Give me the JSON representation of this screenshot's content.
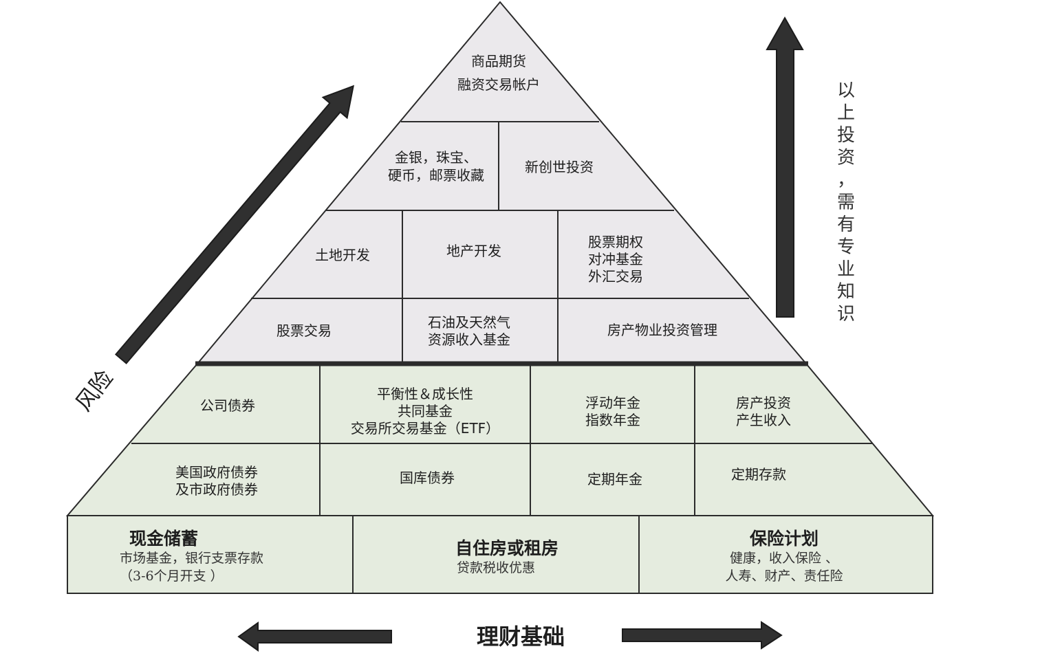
{
  "colors": {
    "upper_fill": "#ebe9ec",
    "lower_fill": "#e5ecdf",
    "line": "#2b2b2b",
    "arrow": "#303030"
  },
  "pyramid": {
    "apex": [
      "商品期货",
      "融资交易帐户"
    ],
    "tier2": {
      "left": [
        "金银，珠宝、",
        "硬币，邮票收藏"
      ],
      "right": [
        "新创世投资"
      ]
    },
    "tier3": {
      "left": [
        "土地开发"
      ],
      "middle": [
        "地产开发"
      ],
      "right": [
        "股票期权",
        "对冲基金",
        "外汇交易"
      ]
    },
    "tier4": {
      "left": [
        "股票交易"
      ],
      "middle": [
        "石油及天然气",
        "资源收入基金"
      ],
      "right": [
        "房产物业投资管理"
      ]
    },
    "tier5": {
      "c1": [
        "公司债券"
      ],
      "c2": [
        "平衡性＆成长性",
        "共同基金",
        "交易所交易基金（ETF）"
      ],
      "c3": [
        "浮动年金",
        "指数年金"
      ],
      "c4": [
        "房产投资",
        "产生收入"
      ]
    },
    "tier6": {
      "c1": [
        "美国政府债券",
        "及市政府债券"
      ],
      "c2": [
        "国库债券"
      ],
      "c3": [
        "定期年金"
      ],
      "c4": [
        "定期存款"
      ]
    }
  },
  "base": {
    "left": {
      "title": "现金储蓄",
      "lines": [
        "市场基金，银行支票存款",
        "（3-6个月开支 ）"
      ]
    },
    "middle": {
      "title": "自住房或租房",
      "lines": [
        "贷款税收优惠"
      ]
    },
    "right": {
      "title": "保险计划",
      "lines": [
        "健康，收入保险 、",
        "人寿、财产、责任险"
      ]
    }
  },
  "risk_label": "风险",
  "right_note": [
    "以",
    "上",
    "投",
    "资",
    "，",
    "需",
    "有",
    "专",
    "业",
    "知",
    "识"
  ],
  "footer_label": "理财基础"
}
